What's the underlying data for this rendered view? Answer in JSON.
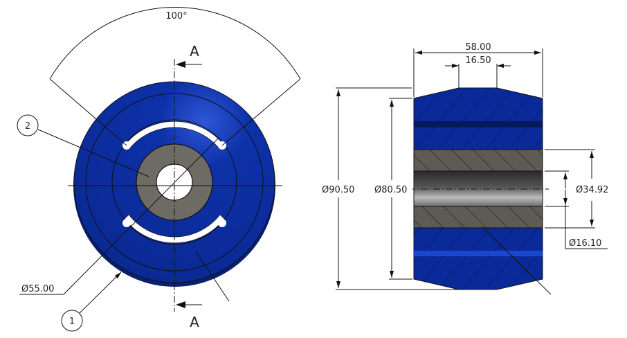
{
  "drawing": {
    "type": "engineering-drawing",
    "views": [
      "front-view",
      "section-view-A-A"
    ],
    "colors": {
      "wheel_blue": "#0b2a9a",
      "wheel_blue_dark": "#08206f",
      "hub_gray": "#6e6a64",
      "bore_white": "#ffffff",
      "line": "#111111"
    }
  },
  "front_view": {
    "angle_dimension": "100°",
    "section_label_top": "A",
    "section_label_bottom": "A",
    "diameter_dimension": "Ø55.00",
    "balloons": [
      {
        "number": "1"
      },
      {
        "number": "2"
      }
    ]
  },
  "section_view": {
    "width_dimension": "58.00",
    "flat_dimension": "16.50",
    "outer_diameter": "Ø90.50",
    "rim_diameter": "Ø80.50",
    "hub_diameter": "Ø34.92",
    "bore_diameter": "Ø16.10"
  }
}
